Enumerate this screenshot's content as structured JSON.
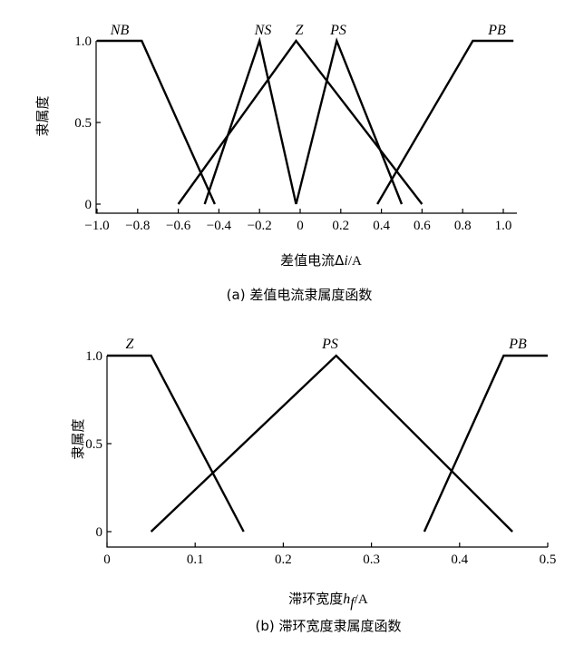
{
  "chart_data": [
    {
      "type": "line",
      "caption": "(a) 差值电流隶属度函数",
      "xlabel_prefix": "差值电流Δ",
      "xlabel_var": "i",
      "xlabel_unit": "/A",
      "ylabel": "隶属度",
      "xlim": [
        -1.0,
        1.0
      ],
      "ylim": [
        0,
        1.0
      ],
      "xticks": [
        "−1.0",
        "−0.8",
        "−0.6",
        "−0.4",
        "−0.2",
        "0",
        "0.2",
        "0.4",
        "0.6",
        "0.8",
        "1.0"
      ],
      "xtick_values": [
        -1.0,
        -0.8,
        -0.6,
        -0.4,
        -0.2,
        0,
        0.2,
        0.4,
        0.6,
        0.8,
        1.0
      ],
      "yticks": [
        "0",
        "0.5",
        "1.0"
      ],
      "ytick_values": [
        0,
        0.5,
        1.0
      ],
      "series": [
        {
          "name": "NB",
          "x": [
            -1.0,
            -0.78,
            -0.42
          ],
          "y": [
            1.0,
            1.0,
            0
          ]
        },
        {
          "name": "NS",
          "x": [
            -0.47,
            -0.2,
            -0.02
          ],
          "y": [
            0,
            1.0,
            0
          ]
        },
        {
          "name": "Z",
          "x": [
            -0.6,
            -0.02,
            0.6
          ],
          "y": [
            0,
            1.0,
            0
          ]
        },
        {
          "name": "PS",
          "x": [
            -0.02,
            0.18,
            0.5
          ],
          "y": [
            0,
            1.0,
            0
          ]
        },
        {
          "name": "PB",
          "x": [
            0.38,
            0.85,
            1.05
          ],
          "y": [
            0,
            1.0,
            1.0
          ]
        }
      ]
    },
    {
      "type": "line",
      "caption": "(b) 滞环宽度隶属度函数",
      "xlabel_prefix": "滞环宽度",
      "xlabel_var": "h",
      "xlabel_sub": "f",
      "xlabel_unit": "/A",
      "ylabel": "隶属度",
      "xlim": [
        0,
        0.5
      ],
      "ylim": [
        0,
        1.0
      ],
      "xticks": [
        "0",
        "0.1",
        "0.2",
        "0.3",
        "0.4",
        "0.5"
      ],
      "xtick_values": [
        0,
        0.1,
        0.2,
        0.3,
        0.4,
        0.5
      ],
      "yticks": [
        "0",
        "0.5",
        "1.0"
      ],
      "ytick_values": [
        0,
        0.5,
        1.0
      ],
      "series": [
        {
          "name": "Z",
          "x": [
            0,
            0.05,
            0.155
          ],
          "y": [
            1.0,
            1.0,
            0
          ]
        },
        {
          "name": "PS",
          "x": [
            0.05,
            0.26,
            0.46
          ],
          "y": [
            0,
            1.0,
            0
          ]
        },
        {
          "name": "PB",
          "x": [
            0.36,
            0.45,
            0.5
          ],
          "y": [
            0,
            1.0,
            1.0
          ]
        }
      ]
    }
  ]
}
